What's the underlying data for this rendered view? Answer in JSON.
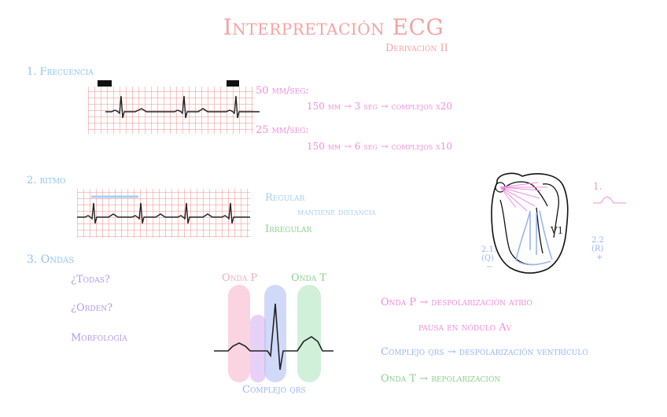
{
  "title": "Interpretación ECG",
  "subtitle": "Derivación II",
  "sections": {
    "frecuencia": {
      "heading": "1. Frecuencia",
      "speed1": "50 mm/seg:",
      "calc1": "150 mm → 3 seg → complejos x20",
      "speed2": "25 mm/seg:",
      "calc2": "150 mm → 6 seg → complejos x10"
    },
    "ritmo": {
      "heading": "2. ritmo",
      "regular": "Regular",
      "regular_note": "mantiene distancia",
      "irregular": "Irregular"
    },
    "ondas": {
      "heading": "3. Ondas",
      "q1": "¿Todas?",
      "q2": "¿Orden?",
      "q3": "Morfología",
      "onda_p_label": "Onda P",
      "onda_t_label": "Onda T",
      "complejo_label": "Complejo qrs"
    }
  },
  "definitions": {
    "onda_p": "Onda P → despolarización atrio",
    "pausa": "pausa en nódulo Av",
    "complejo": "Complejo qrs → despolarización ventrículo",
    "onda_t": "Onda T → repolarización"
  },
  "heart": {
    "label_1": "1.",
    "label_v1": "V1",
    "label_left_num": "2.1.",
    "label_left_wave": "(Q)",
    "label_left_sign": "−",
    "label_right_num": "2.2",
    "label_right_wave": "(R)",
    "label_right_sign": "+"
  },
  "colors": {
    "title": "#f4a3a3",
    "grid": "#f28b8b",
    "heading": "#8fc4ec",
    "onda_p": "#f08fdc",
    "complejo": "#9ab6f0",
    "onda_t": "#8fd08f"
  }
}
